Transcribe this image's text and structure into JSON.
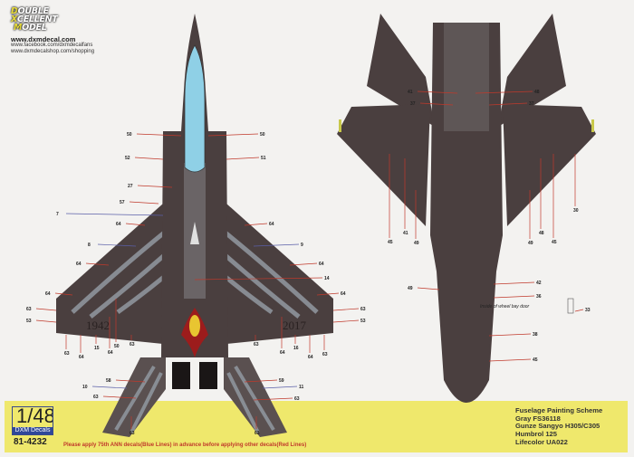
{
  "brand": {
    "logo_lines": [
      "OUBLE",
      "CELLENT",
      "ODEL"
    ],
    "logo_initials": [
      "D",
      "X",
      "M"
    ],
    "website": "www.dxmdecal.com",
    "facebook": "www.facebook.com/dxmdecalfans",
    "shop": "www.dxmdecalshop.com/shopping"
  },
  "product": {
    "scale": "1/48",
    "brand_label": "DXM Decals",
    "catalog_number": "81-4232"
  },
  "instruction_note": "Please apply 75th ANN decals(Blue Lines) in advance before applying other decals(Red Lines)",
  "painting_scheme": {
    "title": "Fuselage Painting Scheme",
    "lines": [
      "Gray FS36118",
      "Gunze Sangyo H305/C305",
      "Humbrol 125",
      "Lifecolor UA022"
    ]
  },
  "colors": {
    "fuselage": "#4a3f3f",
    "wing_tiger_stripes": "#8e949c",
    "canopy": "#8fd0e6",
    "eagle_yellow": "#e8c531",
    "eagle_red": "#9c1c1c",
    "band": "#efe86c",
    "red_callout": "#c0392b",
    "blue_callout": "#5a5fa8"
  },
  "top_view": {
    "tail_years": [
      "1942",
      "2017"
    ],
    "callouts_left": [
      "50",
      "52",
      "27",
      "57",
      "7",
      "64",
      "8",
      "64",
      "64",
      "63",
      "53",
      "63",
      "64",
      "15",
      "64",
      "50",
      "63",
      "58",
      "10",
      "63",
      "63"
    ],
    "callouts_right": [
      "50",
      "51",
      "64",
      "9",
      "64",
      "14",
      "64",
      "63",
      "53",
      "63",
      "64",
      "16",
      "64",
      "63",
      "59",
      "11",
      "63",
      "63"
    ]
  },
  "bottom_view": {
    "callouts": [
      "41",
      "48",
      "37",
      "37",
      "30",
      "45",
      "41",
      "49",
      "49",
      "48",
      "45",
      "42",
      "49",
      "36",
      "33",
      "38",
      "45"
    ],
    "wheel_bay_label": "Inside of wheel bay door"
  }
}
